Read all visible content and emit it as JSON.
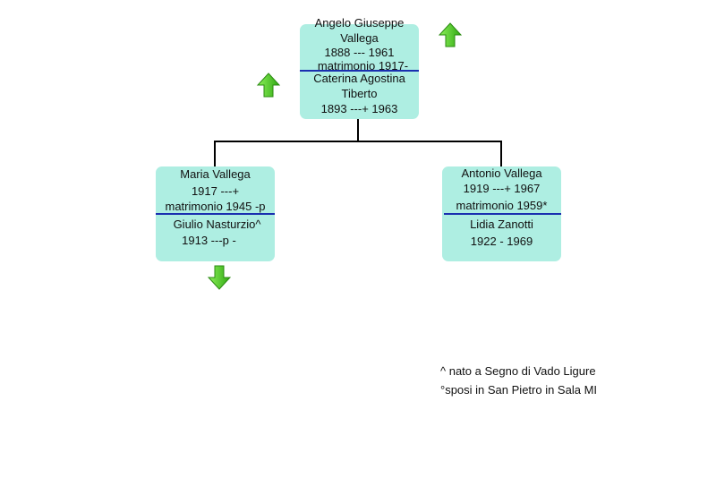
{
  "root": {
    "lines": [
      "Angelo Giuseppe",
      "Vallega",
      "1888 --- 1961",
      "matrimonio 1917-",
      "Caterina Agostina",
      "Tiberto",
      "1893 ---+ 1963"
    ]
  },
  "children": [
    {
      "lines": [
        "Maria Vallega",
        "1917 ---+",
        "matrimonio 1945 -p",
        "Giulio Nasturzio^",
        "1913 ---p -"
      ]
    },
    {
      "lines": [
        "Antonio Vallega",
        "1919 ---+ 1967",
        "matrimonio 1959*",
        "Lidia Zanotti",
        "1922 - 1969"
      ]
    }
  ],
  "notes": [
    "^ nato a Segno di Vado Ligure",
    "°sposi in San Pietro in Sala MI"
  ],
  "colors": {
    "box": "#aeeee2",
    "divider": "#1a2fb0",
    "arrow": "#44cc1a"
  },
  "icons": {
    "up": "arrow-up-icon",
    "down": "arrow-down-icon"
  }
}
